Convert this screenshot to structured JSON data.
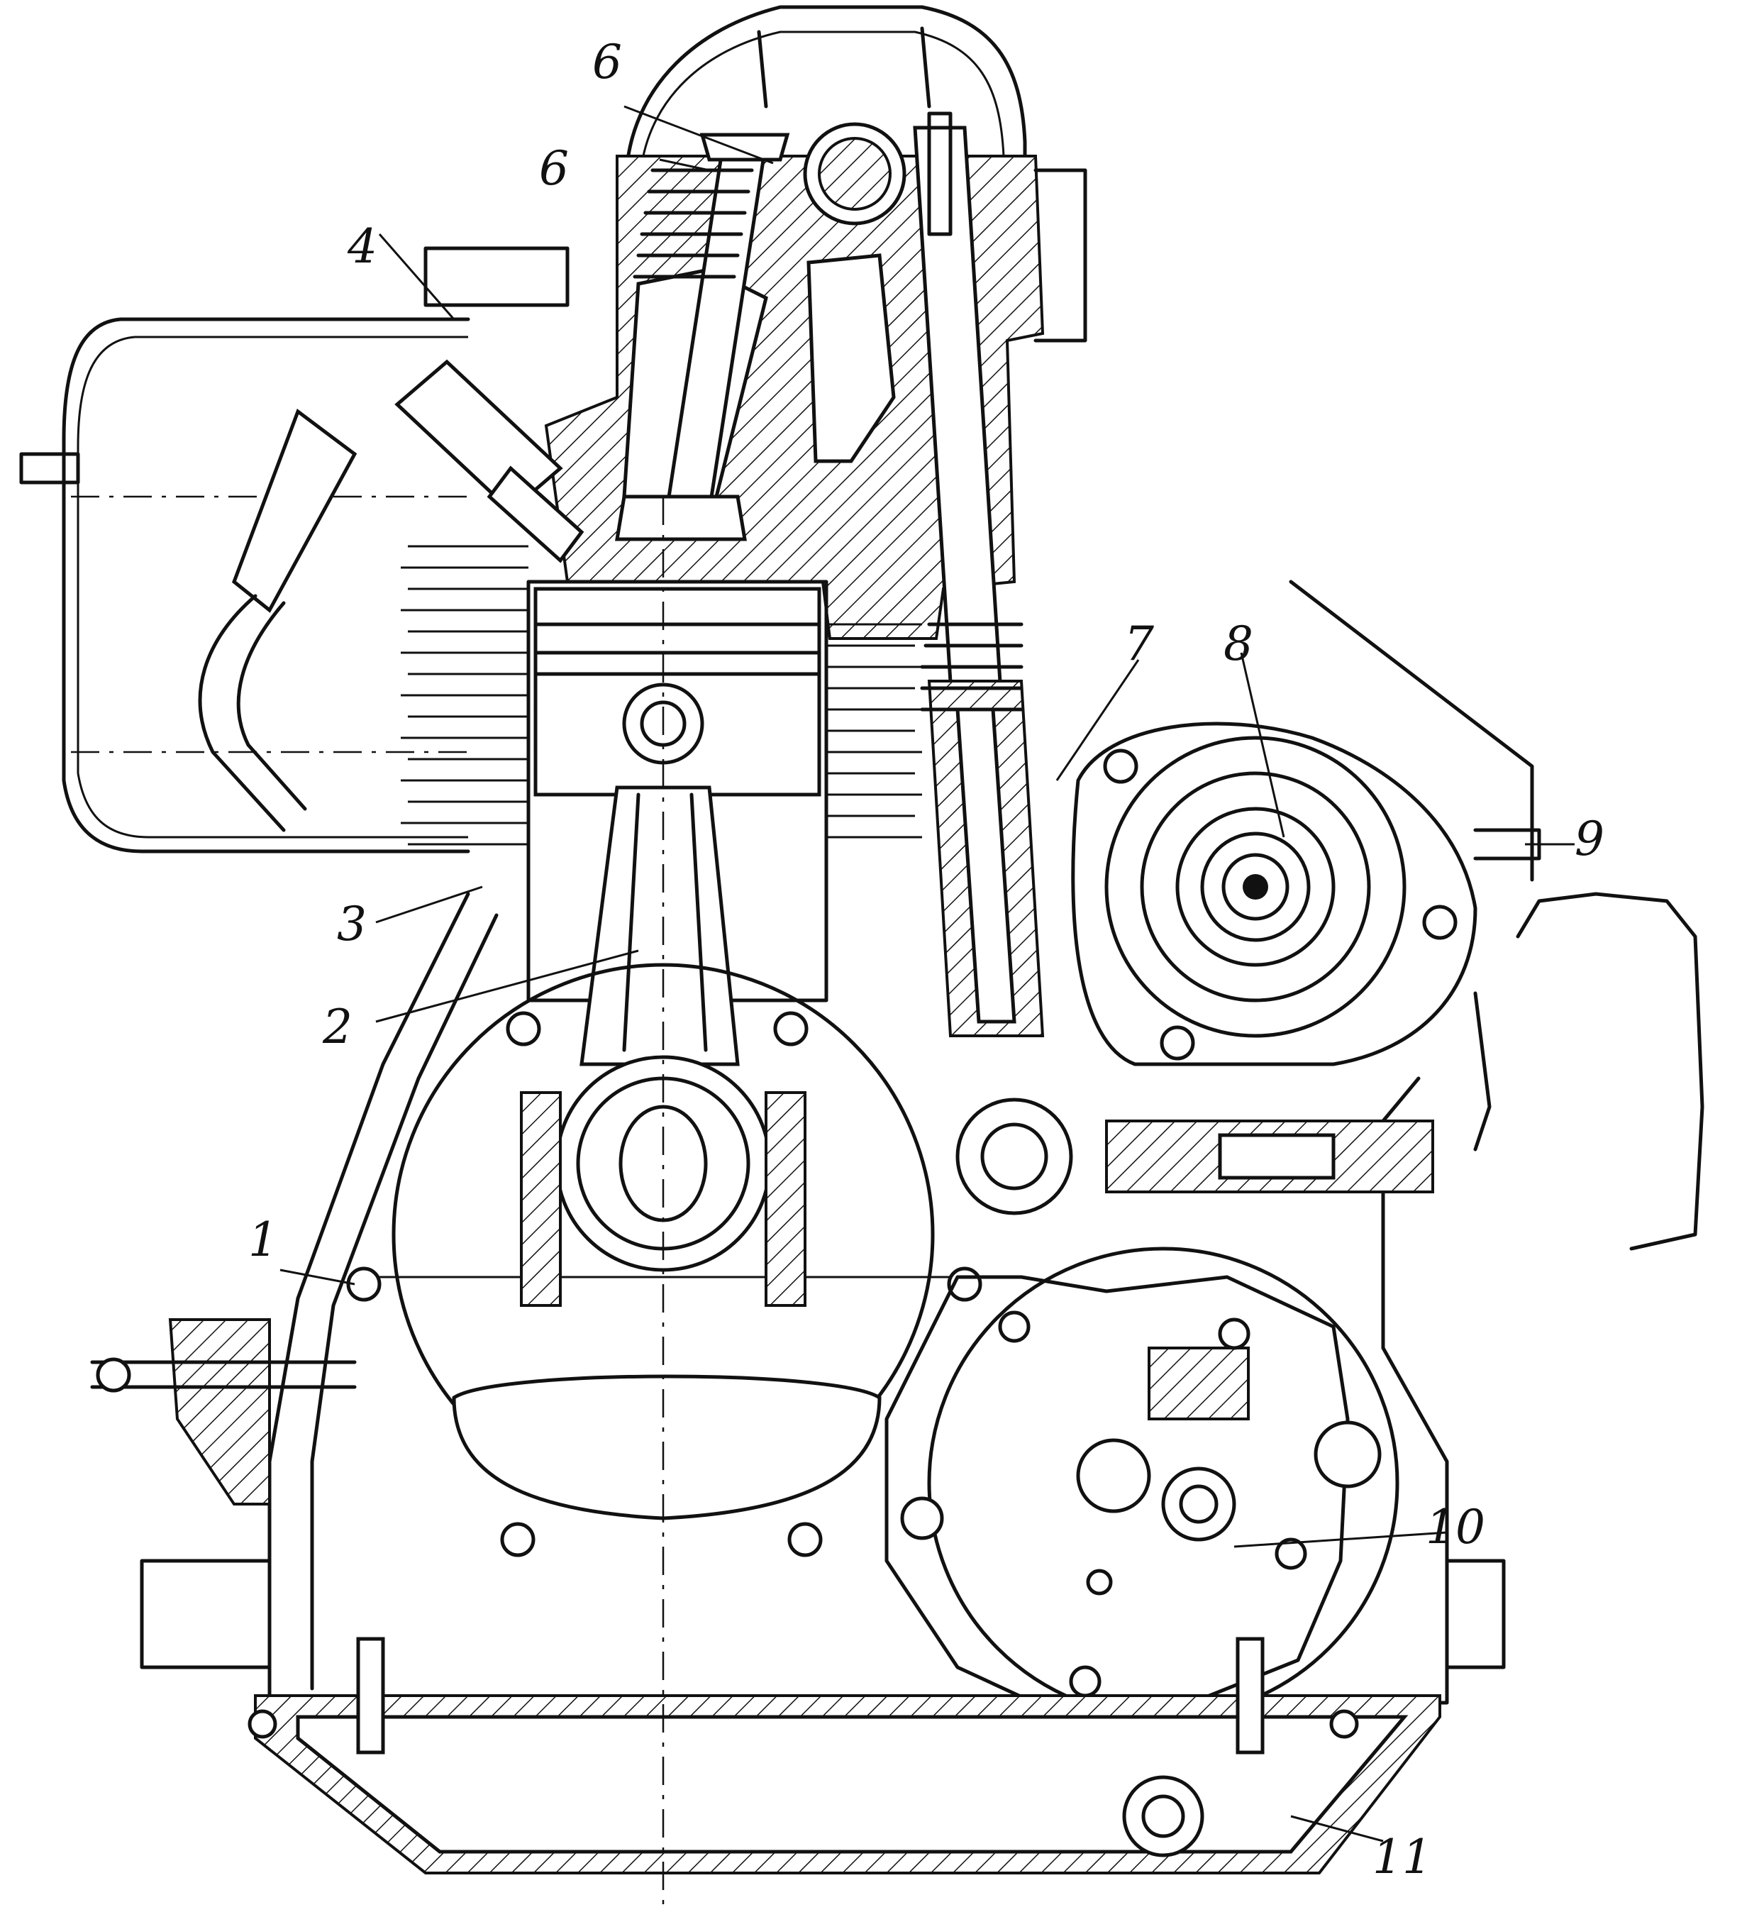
{
  "diagram": {
    "callouts": [
      {
        "id": "c1",
        "label": "1"
      },
      {
        "id": "c2",
        "label": "2"
      },
      {
        "id": "c3",
        "label": "3"
      },
      {
        "id": "c4",
        "label": "4"
      },
      {
        "id": "c5",
        "label": "6"
      },
      {
        "id": "c6",
        "label": "6"
      },
      {
        "id": "c7",
        "label": "7"
      },
      {
        "id": "c8",
        "label": "8"
      },
      {
        "id": "c9",
        "label": "9"
      },
      {
        "id": "c10",
        "label": "10"
      },
      {
        "id": "c11",
        "label": "11"
      }
    ]
  }
}
